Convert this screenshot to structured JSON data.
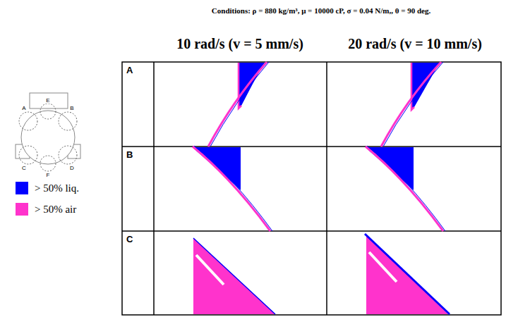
{
  "diagram": {
    "title": "Conditions: ρ = 880 kg/m³, μ = 10000 cP, σ = 0.04 N/m,, θ = 90 deg.",
    "nodes": [
      {
        "text": [
          "A"
        ]
      },
      {
        "text": [
          "B"
        ]
      },
      {
        "text": [
          "C"
        ]
      }
    ],
    "labels": [
      "10 rad/s (v = 5 mm/s)",
      "20 rad/s (v = 10 mm/s)",
      "A",
      "E",
      "B",
      "C",
      "F",
      "D"
    ],
    "legend": [
      {
        "text": "> 50% liq.",
        "color": "#0000ff"
      },
      {
        "text": "> 50% air",
        "color": "#ff33cc"
      }
    ]
  }
}
